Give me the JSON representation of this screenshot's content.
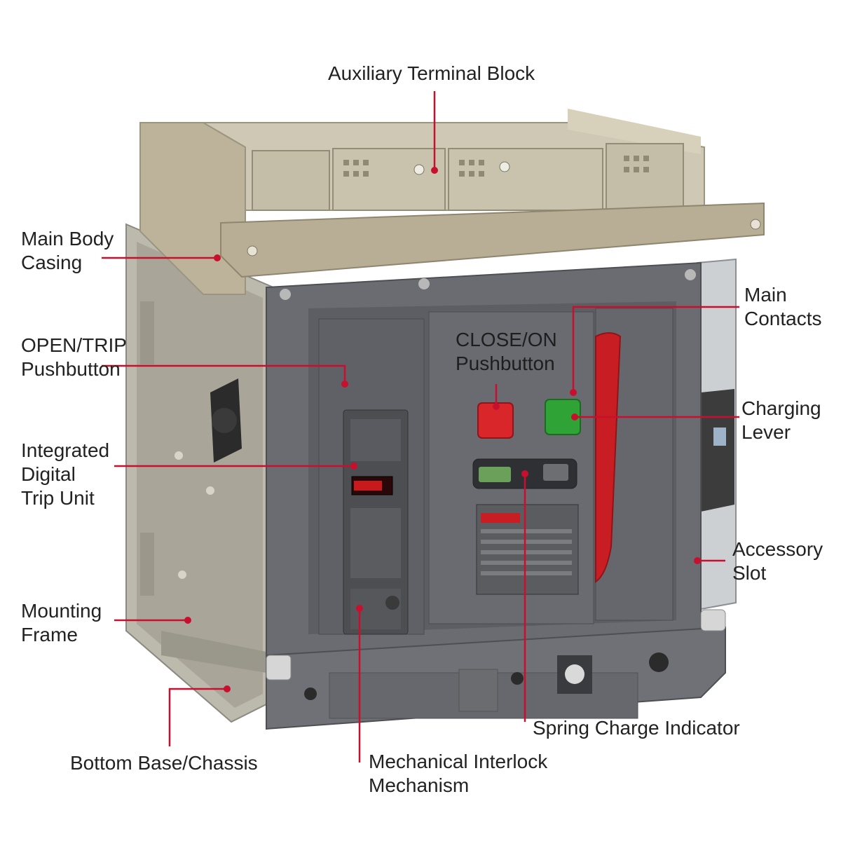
{
  "colors": {
    "leader": "#c8102e",
    "label_text": "#222222",
    "housing": "#6d6f74",
    "panel": "#5f6166",
    "frame_metal": "#b9b7ad",
    "top_casing": "#bdb29a",
    "close_button": "#2fa336",
    "open_button": "#d8262a",
    "handle": "#c81e23"
  },
  "labels": {
    "auxiliary_terminal_block": [
      "Auxiliary Terminal Block"
    ],
    "main_body_casing": [
      "Main Body",
      "Casing"
    ],
    "open_trip_pushbutton": [
      "OPEN/TRIP",
      "Pushbutton"
    ],
    "integrated_digital_trip_unit": [
      "Integrated",
      "Digital",
      "Trip Unit"
    ],
    "mounting_frame": [
      "Mounting",
      "Frame"
    ],
    "bottom_base_chassis": [
      "Bottom Base/Chassis"
    ],
    "mechanical_interlock_mechanism": [
      "Mechanical Interlock",
      "Mechanism"
    ],
    "spring_charge_indicator": [
      "Spring Charge Indicator"
    ],
    "close_on_pushbutton": [
      "CLOSE/ON",
      "Pushbutton"
    ],
    "main_contacts": [
      "Main",
      "Contacts"
    ],
    "charging_lever": [
      "Charging",
      "Lever"
    ],
    "accessory_slot": [
      "Accessory",
      "Slot"
    ]
  },
  "icons": [
    "breaker-illustration-icon"
  ]
}
